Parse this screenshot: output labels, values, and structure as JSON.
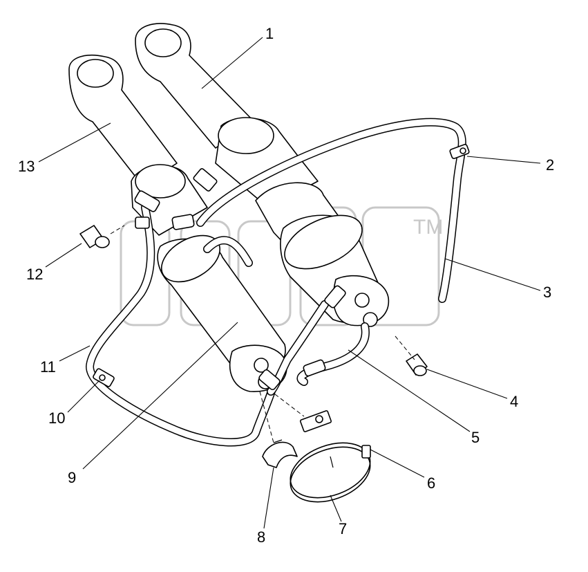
{
  "watermark": {
    "trademark": "TM"
  },
  "callouts": [
    {
      "id": "1",
      "label": "1"
    },
    {
      "id": "2",
      "label": "2"
    },
    {
      "id": "3",
      "label": "3"
    },
    {
      "id": "4",
      "label": "4"
    },
    {
      "id": "5",
      "label": "5"
    },
    {
      "id": "6",
      "label": "6"
    },
    {
      "id": "7",
      "label": "7"
    },
    {
      "id": "8",
      "label": "8"
    },
    {
      "id": "9",
      "label": "9"
    },
    {
      "id": "10",
      "label": "10"
    },
    {
      "id": "11",
      "label": "11"
    },
    {
      "id": "12",
      "label": "12"
    },
    {
      "id": "13",
      "label": "13"
    }
  ]
}
